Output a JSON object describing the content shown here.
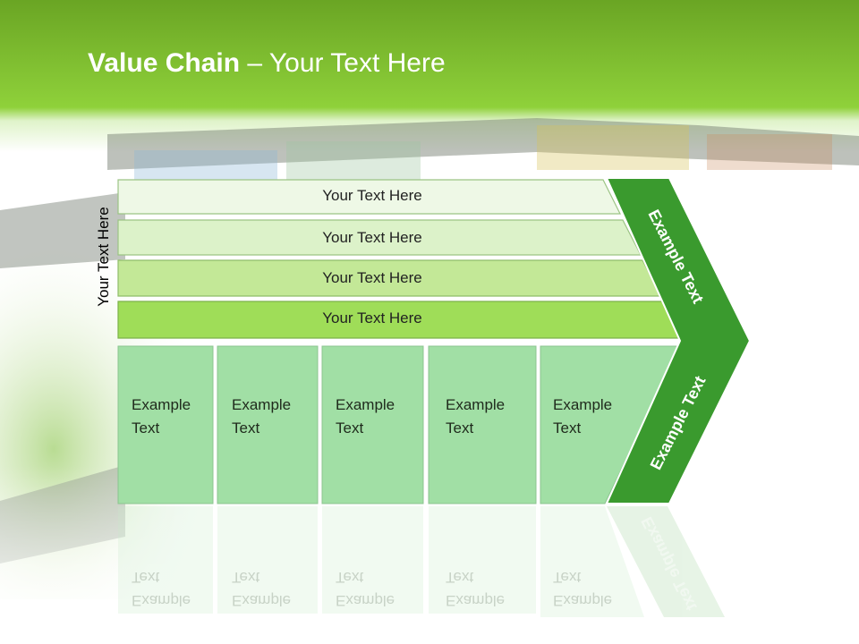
{
  "slide": {
    "title_bold": "Value Chain",
    "title_rest": " – Your Text Here",
    "side_label": "Your Text Here"
  },
  "bars": [
    {
      "label": "Your Text Here"
    },
    {
      "label": "Your Text Here"
    },
    {
      "label": "Your Text Here"
    },
    {
      "label": "Your Text Here"
    }
  ],
  "boxes": [
    {
      "line1": "Example",
      "line2": "Text"
    },
    {
      "line1": "Example",
      "line2": "Text"
    },
    {
      "line1": "Example",
      "line2": "Text"
    },
    {
      "line1": "Example",
      "line2": "Text"
    },
    {
      "line1": "Example",
      "line2": "Text"
    }
  ],
  "chevron": {
    "upper_label": "Example Text",
    "lower_label": "Example Text"
  },
  "colors": {
    "header_green": "#8fd13a",
    "chevron_green": "#3a9a2e",
    "box_green": "#a1dfa5"
  }
}
